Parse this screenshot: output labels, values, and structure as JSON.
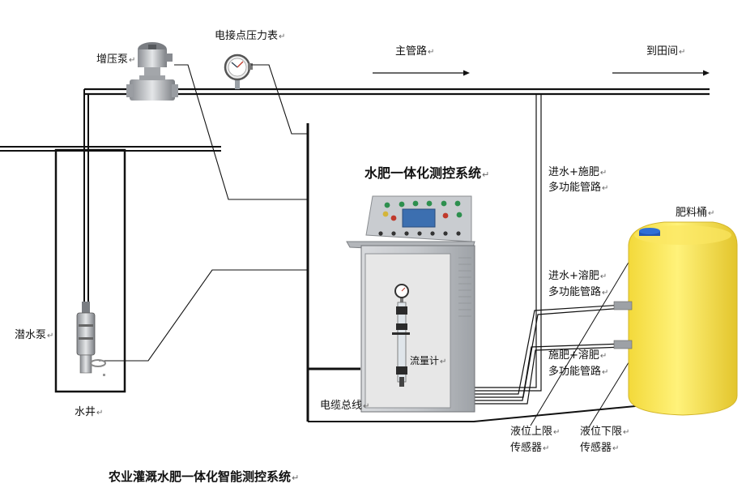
{
  "titles": {
    "panel_title": "水肥一体化测控系统",
    "main_title": "农业灌溉水肥一体化智能测控系统"
  },
  "labels": {
    "booster_pump": "增压泵",
    "pressure_gauge": "电接点压力表",
    "main_pipe": "主管路",
    "to_field": "到田间",
    "submersible_pump": "潜水泵",
    "well": "水井",
    "flowmeter": "流量计",
    "cable_bus": "电缆总线",
    "fertilizer_tank": "肥料桶",
    "pipe_inlet_apply": [
      "进水+施肥",
      "多功能管路"
    ],
    "pipe_inlet_dissolve": [
      "进水+溶肥",
      "多功能管路"
    ],
    "pipe_apply_dissolve": [
      "施肥+溶肥",
      "多功能管路"
    ],
    "level_high_sensor": [
      "液位上限",
      "传感器"
    ],
    "level_low_sensor": [
      "液位下限",
      "传感器"
    ]
  },
  "paragraph_mark": "↵",
  "colors": {
    "line": "#111111",
    "pipe": "#222222",
    "cabinet_body": "#b9bcc0",
    "cabinet_door": "#e6e6e6",
    "screen": "#3c6fb0",
    "tank": "#f6e24a",
    "tank_cap": "#2f6fd6"
  }
}
